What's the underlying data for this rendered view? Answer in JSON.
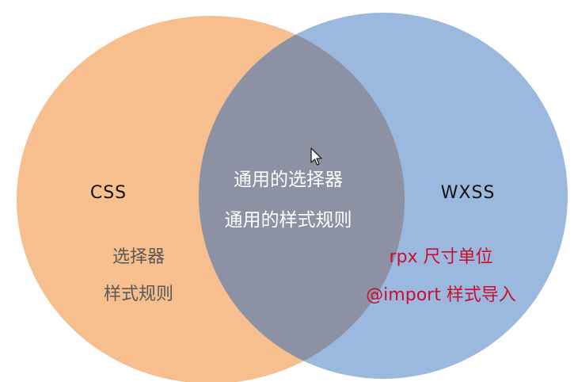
{
  "colors": {
    "css_circle": "#f7bf8e",
    "wxss_circle": "#9bb9df",
    "overlap": "#8c92a3",
    "left_text": "#5a5a5a",
    "center_text": "#ffffff",
    "right_text": "#c8102e"
  },
  "diagram": {
    "type": "venn",
    "left_set": {
      "title": "CSS",
      "items": [
        "选择器",
        "样式规则"
      ]
    },
    "right_set": {
      "title": "WXSS",
      "items": [
        "rpx 尺寸单位",
        "@import 样式导入"
      ]
    },
    "intersection": {
      "items": [
        "通用的选择器",
        "通用的样式规则"
      ]
    }
  },
  "overlay": {
    "cursor_icon": "arrow-cursor-icon"
  }
}
